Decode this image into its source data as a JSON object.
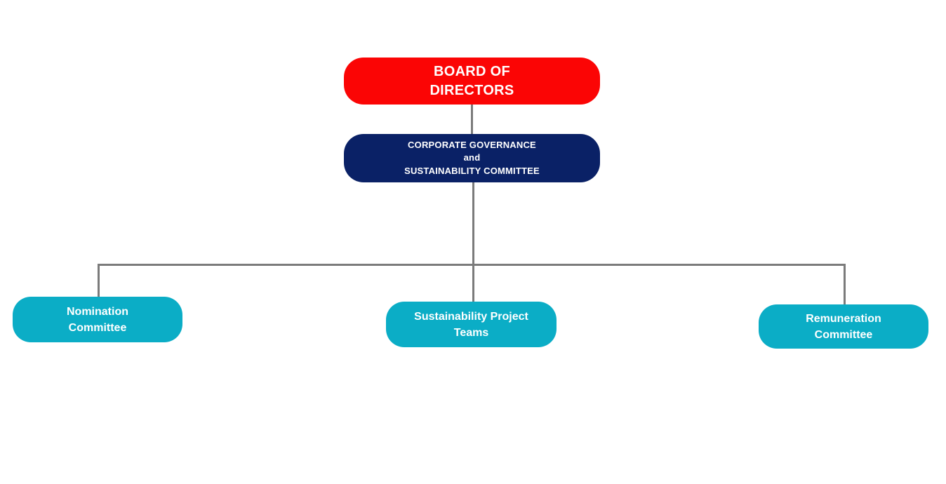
{
  "diagram": {
    "type": "org-chart",
    "colors": {
      "board_red": "#fb0505",
      "governance_navy": "#0a2166",
      "committee_teal": "#0badc6",
      "connector_gray": "#7b7b7b",
      "text_white": "#ffffff",
      "background": "#ffffff"
    },
    "nodes": {
      "board": {
        "label": "BOARD OF\nDIRECTORS",
        "level": 1
      },
      "governance": {
        "label": "CORPORATE GOVERNANCE\nand\nSUSTAINABILITY COMMITTEE",
        "level": 2
      },
      "nomination": {
        "label": "Nomination\nCommittee",
        "level": 3
      },
      "sustainability": {
        "label": "Sustainability Project\nTeams",
        "level": 3
      },
      "remuneration": {
        "label": "Remuneration\nCommittee",
        "level": 3
      }
    },
    "edges": [
      {
        "from": "board",
        "to": "governance"
      },
      {
        "from": "governance",
        "to": "nomination"
      },
      {
        "from": "governance",
        "to": "sustainability"
      },
      {
        "from": "governance",
        "to": "remuneration"
      }
    ]
  }
}
